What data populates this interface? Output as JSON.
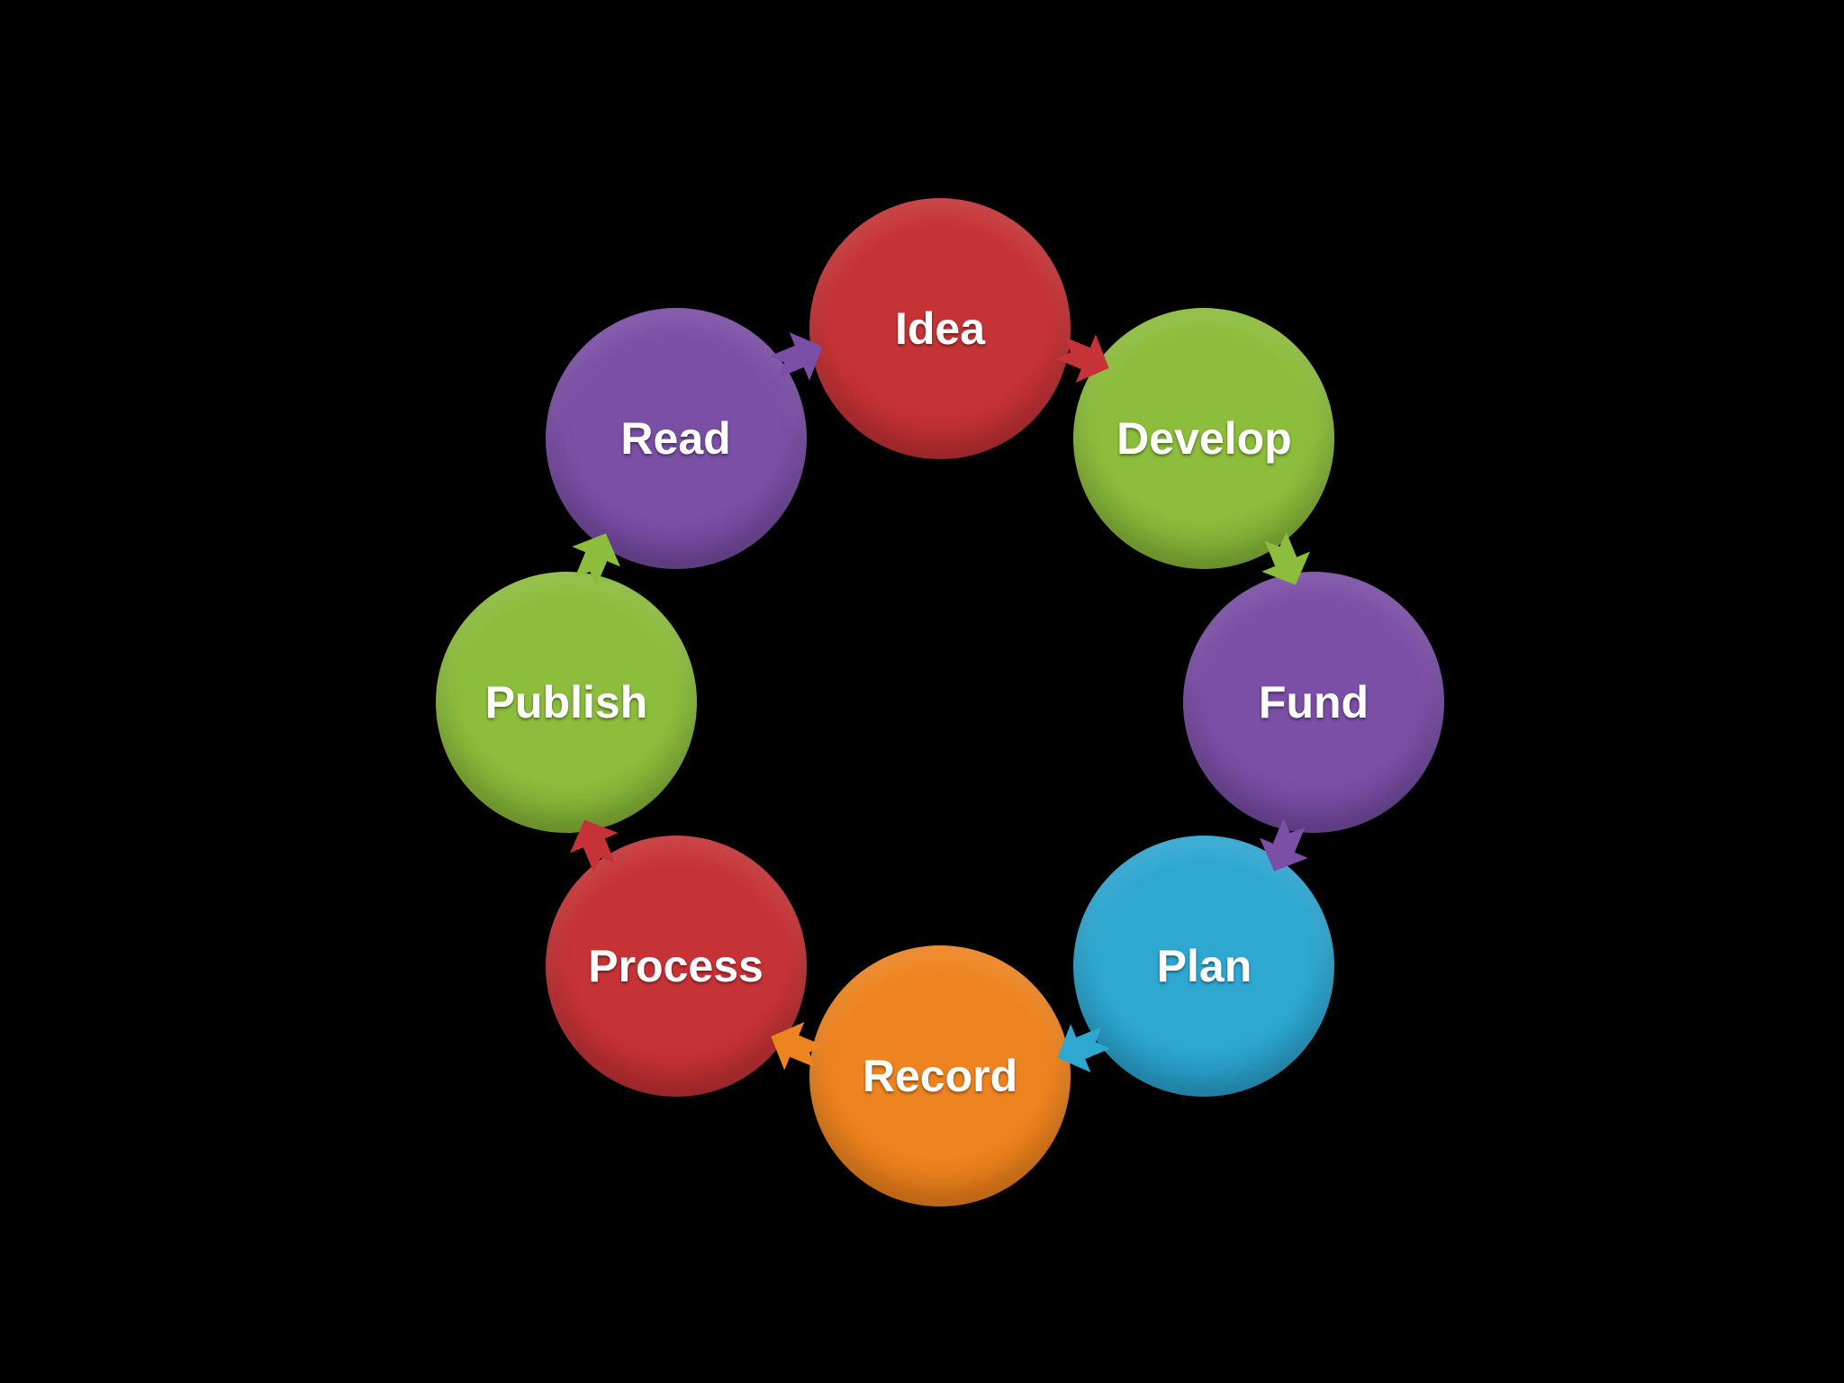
{
  "cycle": {
    "steps": [
      {
        "label": "Idea",
        "color": "#c63336",
        "color_dark": "#a8262b"
      },
      {
        "label": "Develop",
        "color": "#8dbd3c",
        "color_dark": "#6f9a2b"
      },
      {
        "label": "Fund",
        "color": "#7b4fa6",
        "color_dark": "#623d8a"
      },
      {
        "label": "Plan",
        "color": "#2ea7d1",
        "color_dark": "#1e8ab2"
      },
      {
        "label": "Record",
        "color": "#ee8420",
        "color_dark": "#d46d12"
      },
      {
        "label": "Process",
        "color": "#c63336",
        "color_dark": "#a8262b"
      },
      {
        "label": "Publish",
        "color": "#8dbd3c",
        "color_dark": "#6f9a2b"
      },
      {
        "label": "Read",
        "color": "#7b4fa6",
        "color_dark": "#623d8a"
      }
    ],
    "arrow_icon": "chevron-arrow-icon"
  }
}
